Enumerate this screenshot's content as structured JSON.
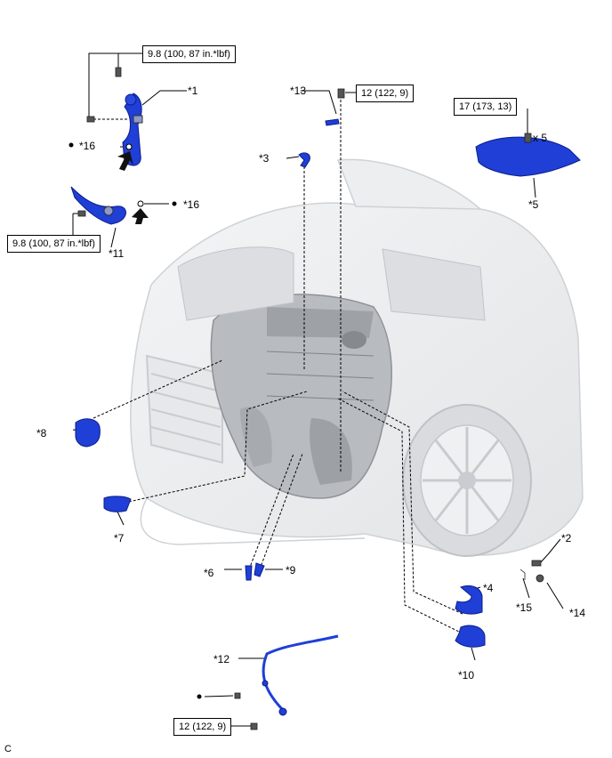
{
  "torque_specs": {
    "upper_left": "9.8 (100, 87 in.*lbf)",
    "left": "9.8 (100, 87 in.*lbf)",
    "center_top": "12 (122, 9)",
    "right": "17 (173, 13)",
    "bottom": "12 (122, 9)"
  },
  "quantity_note": "x 5",
  "callouts": {
    "c1": "*1",
    "c2": "*2",
    "c3": "*3",
    "c4": "*4",
    "c5": "*5",
    "c6": "*6",
    "c7": "*7",
    "c8": "*8",
    "c9": "*9",
    "c10": "*10",
    "c11": "*11",
    "c12": "*12",
    "c13": "*13",
    "c14": "*14",
    "c15": "*15",
    "c16_upper": "*16",
    "c16_lower": "*16"
  },
  "corner_code": "C",
  "colors": {
    "part_blue": "#1f3fd6",
    "leader": "#000000",
    "engine_gray": "#b8bcc0"
  }
}
